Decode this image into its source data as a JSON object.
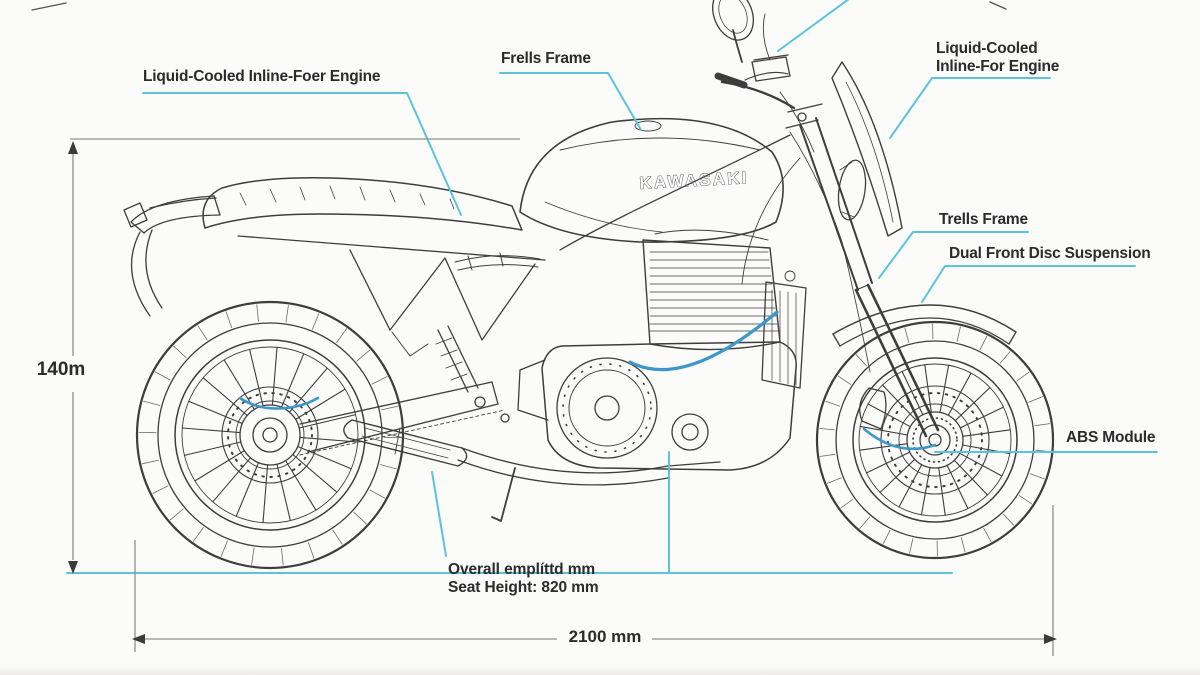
{
  "brand_logo": "KAWASAKI",
  "labels": {
    "engine_left": "Liquid-Cooled Inline-Foer Engine",
    "frame_top": "Frells Frame",
    "engine_right_line1": "Liquid-Cooled",
    "engine_right_line2": "Inline-For Engine",
    "frame_right": "Trells Frame",
    "front_suspension": "Dual Front Disc Suspension",
    "abs": "ABS Module"
  },
  "dimensions": {
    "height": "140m",
    "overall_length": "2100 mm",
    "overall_note": "Overall emplíttd mm",
    "seat_height": "Seat Height: 820 mm"
  },
  "colors": {
    "callout": "#5bc3da",
    "linework": "#3d3d3d",
    "dimension_line": "#8f8f8f",
    "highlight_cable": "#3e97cc"
  }
}
